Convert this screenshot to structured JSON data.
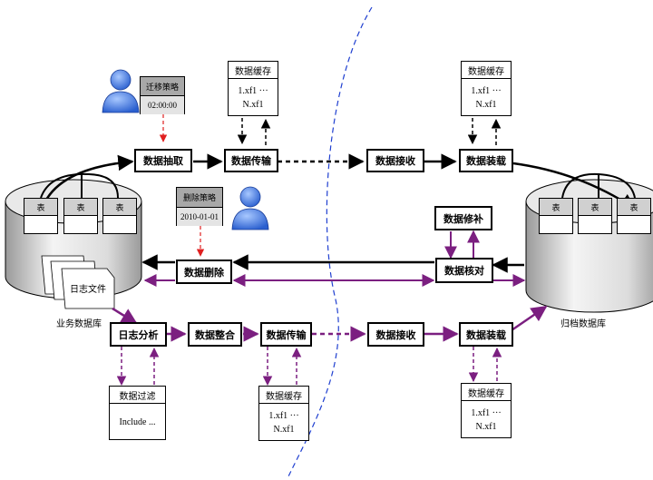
{
  "databases": {
    "business": {
      "label": "业务数据库",
      "table_label": "表"
    },
    "archive": {
      "label": "归档数据库",
      "table_label": "表"
    }
  },
  "log_file": {
    "label": "日志文件"
  },
  "migration_policy": {
    "title": "迁移策略",
    "value": "02:00:00"
  },
  "delete_policy": {
    "title": "删除策略",
    "value": "2010-01-01"
  },
  "top_flow": {
    "extract": "数据抽取",
    "transfer": "数据传输",
    "receive": "数据接收",
    "load": "数据装载"
  },
  "middle": {
    "delete": "数据删除",
    "check": "数据核对",
    "repair": "数据修补"
  },
  "bottom_flow": {
    "log_analysis": "日志分析",
    "integrate": "数据整合",
    "transfer": "数据传输",
    "receive": "数据接收",
    "load": "数据装载"
  },
  "cache": {
    "title": "数据缓存",
    "line1": "1.xf1  ···",
    "line2": "N.xf1"
  },
  "filter": {
    "title": "数据过滤",
    "body": "Include ..."
  },
  "colors": {
    "black": "#000000",
    "purple": "#7b1f80",
    "red": "#e02020",
    "divider": "#1f3fd0"
  }
}
